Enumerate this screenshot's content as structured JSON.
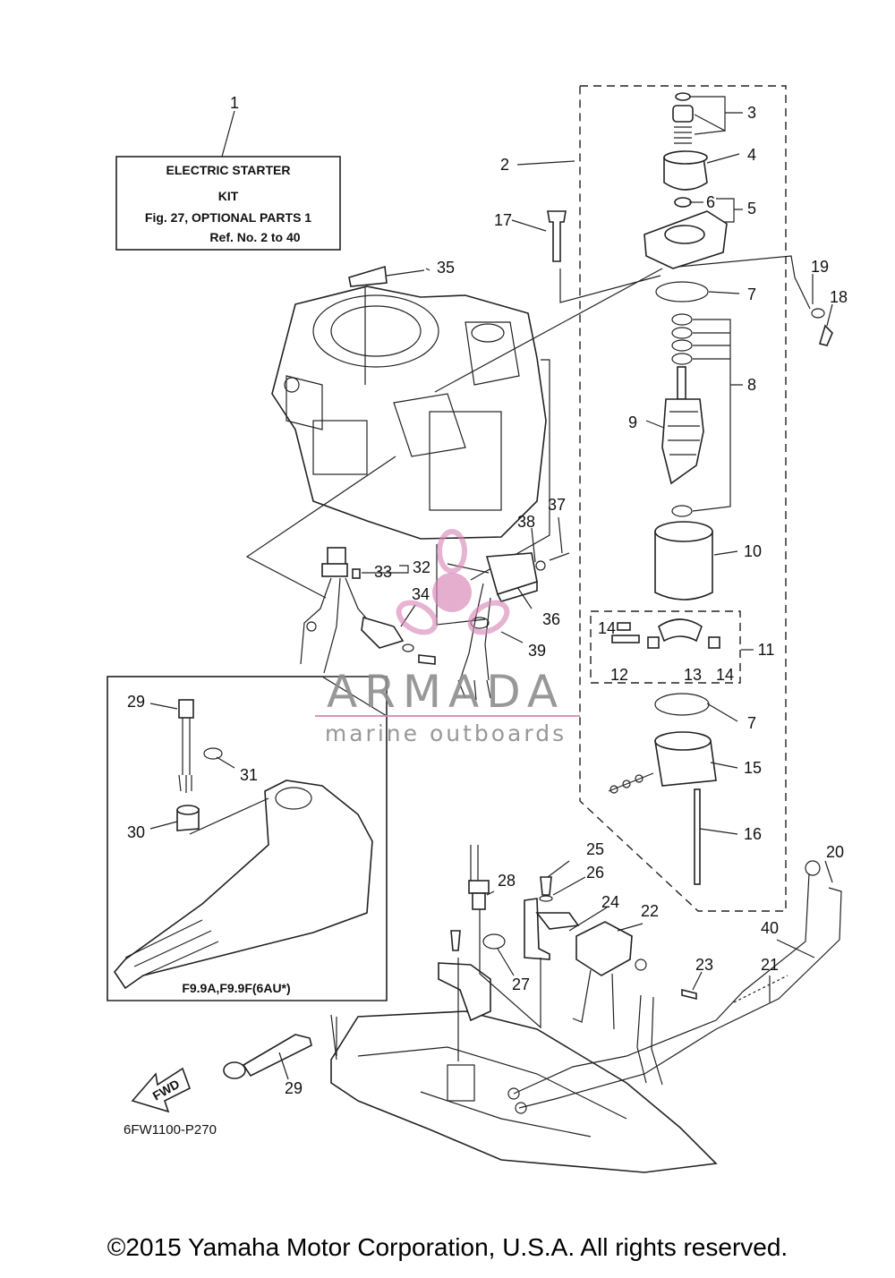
{
  "kit_box": {
    "line1": "ELECTRIC  STARTER",
    "line2": "KIT",
    "line3": "Fig. 27, OPTIONAL PARTS 1",
    "line4": "Ref. No. 2 to 40"
  },
  "variant_note": "F9.9A,F9.9F(6AU*)",
  "diagram_code": "6FW1100-P270",
  "fwd_label": "FWD",
  "watermark": {
    "brand": "ARMADA",
    "tagline": "marine outboards",
    "accent_color": "#d988b8"
  },
  "copyright": "©2015 Yamaha Motor Corporation, U.S.A. All rights reserved.",
  "callouts": [
    "1",
    "2",
    "3",
    "4",
    "5",
    "6",
    "7",
    "8",
    "9",
    "10",
    "11",
    "12",
    "13",
    "14",
    "14",
    "15",
    "16",
    "17",
    "18",
    "19",
    "20",
    "21",
    "22",
    "23",
    "24",
    "25",
    "26",
    "27",
    "28",
    "29",
    "29",
    "30",
    "31",
    "32",
    "33",
    "34",
    "35",
    "36",
    "37",
    "38",
    "39",
    "40",
    "7"
  ]
}
